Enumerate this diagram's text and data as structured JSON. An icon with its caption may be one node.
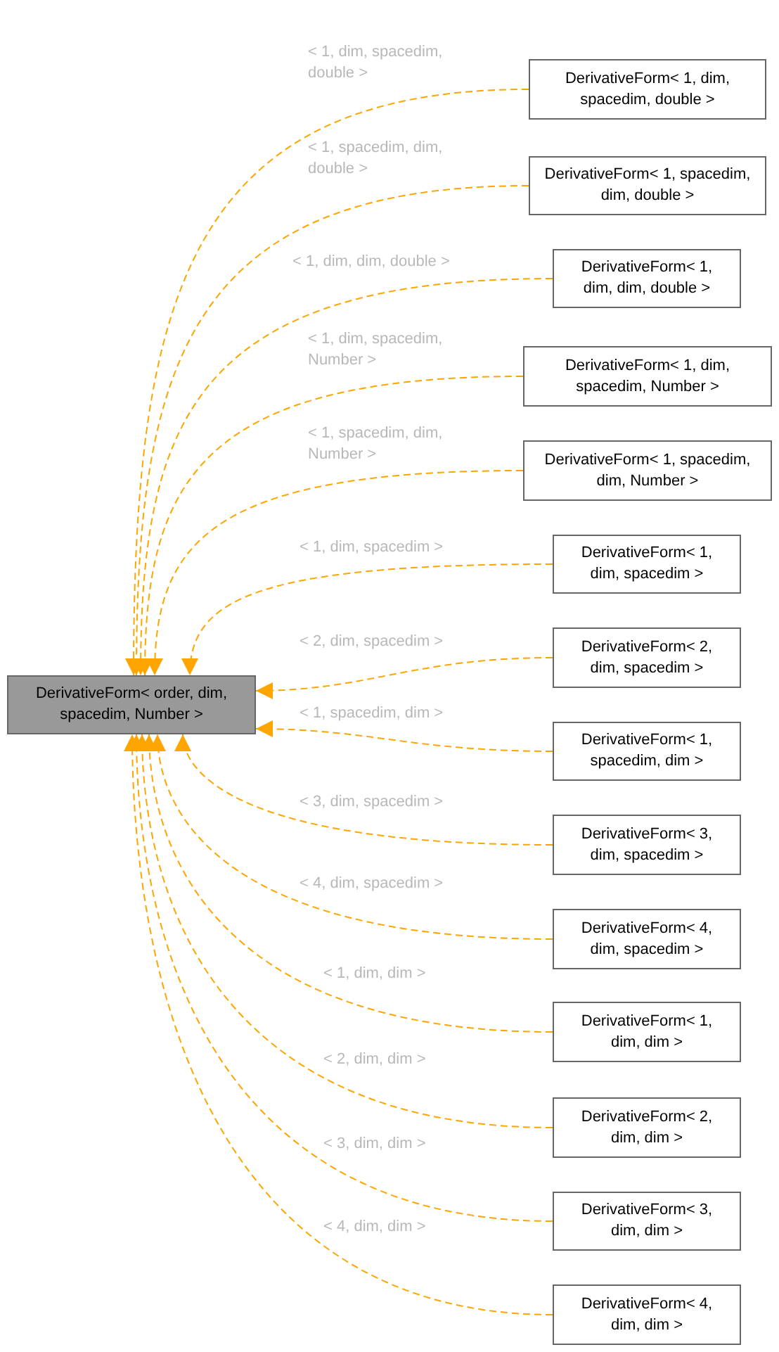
{
  "diagram": {
    "nodes": [
      {
        "text": [
          "DerivativeForm< order, dim, spacedim, Number >"
        ]
      },
      {
        "text": [
          "DerivativeForm< 1, dim, spacedim, double >"
        ]
      },
      {
        "text": [
          "DerivativeForm< 1, spacedim, dim, double >"
        ]
      },
      {
        "text": [
          "DerivativeForm< 1, dim, dim, double >"
        ]
      },
      {
        "text": [
          "DerivativeForm< 1, dim, spacedim, Number >"
        ]
      },
      {
        "text": [
          "DerivativeForm< 1, spacedim, dim, Number >"
        ]
      },
      {
        "text": [
          "DerivativeForm< 1, dim, spacedim >"
        ]
      },
      {
        "text": [
          "DerivativeForm< 2, dim, spacedim >"
        ]
      },
      {
        "text": [
          "DerivativeForm< 1, spacedim, dim >"
        ]
      },
      {
        "text": [
          "DerivativeForm< 3, dim, spacedim >"
        ]
      },
      {
        "text": [
          "DerivativeForm< 4, dim, spacedim >"
        ]
      },
      {
        "text": [
          "DerivativeForm< 1, dim, dim >"
        ]
      },
      {
        "text": [
          "DerivativeForm< 2, dim, dim >"
        ]
      },
      {
        "text": [
          "DerivativeForm< 3, dim, dim >"
        ]
      },
      {
        "text": [
          "DerivativeForm< 4, dim, dim >"
        ]
      }
    ],
    "edges": [
      {
        "from": 1,
        "to": 0,
        "arrow": "to",
        "style": "dashed",
        "label": "< 1, dim, spacedim, double >"
      },
      {
        "from": 2,
        "to": 0,
        "arrow": "to",
        "style": "dashed",
        "label": "< 1, spacedim, dim, double >"
      },
      {
        "from": 3,
        "to": 0,
        "arrow": "to",
        "style": "dashed",
        "label": "< 1, dim, dim, double >"
      },
      {
        "from": 4,
        "to": 0,
        "arrow": "to",
        "style": "dashed",
        "label": "< 1, dim, spacedim, Number >"
      },
      {
        "from": 5,
        "to": 0,
        "arrow": "to",
        "style": "dashed",
        "label": "< 1, spacedim, dim, Number >"
      },
      {
        "from": 6,
        "to": 0,
        "arrow": "to",
        "style": "dashed",
        "label": "< 1, dim, spacedim >"
      },
      {
        "from": 7,
        "to": 0,
        "arrow": "to",
        "style": "dashed",
        "label": "< 2, dim, spacedim >"
      },
      {
        "from": 8,
        "to": 0,
        "arrow": "to",
        "style": "dashed",
        "label": "< 1, spacedim, dim >"
      },
      {
        "from": 9,
        "to": 0,
        "arrow": "to",
        "style": "dashed",
        "label": "< 3, dim, spacedim >"
      },
      {
        "from": 10,
        "to": 0,
        "arrow": "to",
        "style": "dashed",
        "label": "< 4, dim, spacedim >"
      },
      {
        "from": 11,
        "to": 0,
        "arrow": "to",
        "style": "dashed",
        "label": "< 1, dim, dim >"
      },
      {
        "from": 12,
        "to": 0,
        "arrow": "to",
        "style": "dashed",
        "label": "< 2, dim, dim >"
      },
      {
        "from": 13,
        "to": 0,
        "arrow": "to",
        "style": "dashed",
        "label": "< 3, dim, dim >"
      },
      {
        "from": 14,
        "to": 0,
        "arrow": "to",
        "style": "dashed",
        "label": "< 4, dim, dim >"
      }
    ]
  }
}
